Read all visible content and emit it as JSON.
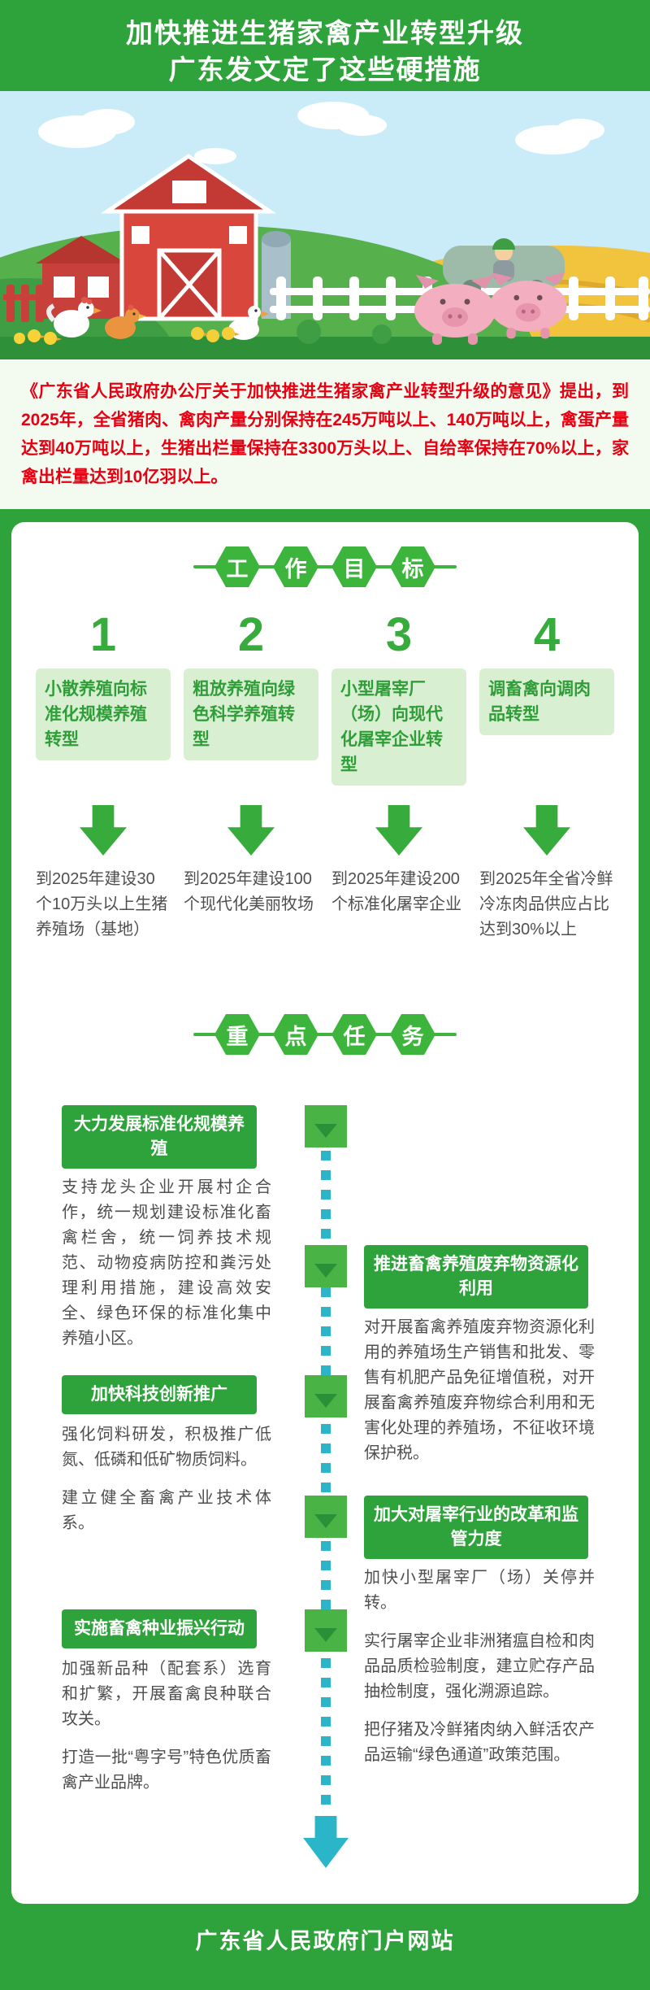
{
  "colors": {
    "theme_green": "#2fa33b",
    "badge_green": "#3db53d",
    "goal_box_green": "#d9efd2",
    "goal_text_green": "#2f9e38",
    "teal_flow": "#2ab6c8",
    "intro_red": "#e60012",
    "intro_bg": "#f3faf0",
    "body_text": "#4f4f4f"
  },
  "header": {
    "title_line1": "加快推进生猪家禽产业转型升级",
    "title_line2": "广东发文定了这些硬措施"
  },
  "intro": {
    "text": "《广东省人民政府办公厅关于加快推进生猪家禽产业转型升级的意见》提出，到2025年，全省猪肉、禽肉产量分别保持在245万吨以上、140万吨以上，禽蛋产量达到40万吨以上，生猪出栏量保持在3300万头以上、自给率保持在70%以上，家禽出栏量达到10亿羽以上。"
  },
  "goals": {
    "badge_label": "工作目标",
    "badge_chars": [
      "工",
      "作",
      "目",
      "标"
    ],
    "items": [
      {
        "number": "1",
        "title": "小散养殖向标准化规模养殖转型",
        "desc": "到2025年建设30个10万头以上生猪养殖场（基地）"
      },
      {
        "number": "2",
        "title": "粗放养殖向绿色科学养殖转型",
        "desc": "到2025年建设100个现代化美丽牧场"
      },
      {
        "number": "3",
        "title": "小型屠宰厂（场）向现代化屠宰企业转型",
        "desc": "到2025年建设200个标准化屠宰企业"
      },
      {
        "number": "4",
        "title": "调畜禽向调肉品转型",
        "desc": "到2025年全省冷鲜冷冻肉品供应占比达到30%以上"
      }
    ]
  },
  "tasks": {
    "badge_label": "重点任务",
    "badge_chars": [
      "重",
      "点",
      "任",
      "务"
    ],
    "items": [
      {
        "title": "大力发展标准化规模养殖",
        "paragraphs": [
          "支持龙头企业开展村企合作，统一规划建设标准化畜禽栏舍，统一饲养技术规范、动物疫病防控和粪污处理利用措施，建设高效安全、绿色环保的标准化集中养殖小区。"
        ]
      },
      {
        "title": "推进畜禽养殖废弃物资源化利用",
        "paragraphs": [
          "对开展畜禽养殖废弃物资源化利用的养殖场生产销售和批发、零售有机肥产品免征增值税，对开展畜禽养殖废弃物综合利用和无害化处理的养殖场，不征收环境保护税。"
        ]
      },
      {
        "title": "加快科技创新推广",
        "paragraphs": [
          "强化饲料研发，积极推广低氮、低磷和低矿物质饲料。",
          "建立健全畜禽产业技术体系。"
        ]
      },
      {
        "title": "加大对屠宰行业的改革和监管力度",
        "paragraphs": [
          "加快小型屠宰厂（场）关停并转。",
          "实行屠宰企业非洲猪瘟自检和肉品品质检验制度，建立贮存产品抽检制度，强化溯源追踪。",
          "把仔猪及冷鲜猪肉纳入鲜活农产品运输“绿色通道”政策范围。"
        ]
      },
      {
        "title": "实施畜禽种业振兴行动",
        "paragraphs": [
          "加强新品种（配套系）选育和扩繁，开展畜禽良种联合攻关。",
          "打造一批“粤字号”特色优质畜禽产业品牌。"
        ]
      }
    ]
  },
  "footer": {
    "site_name": "广东省人民政府门户网站"
  }
}
